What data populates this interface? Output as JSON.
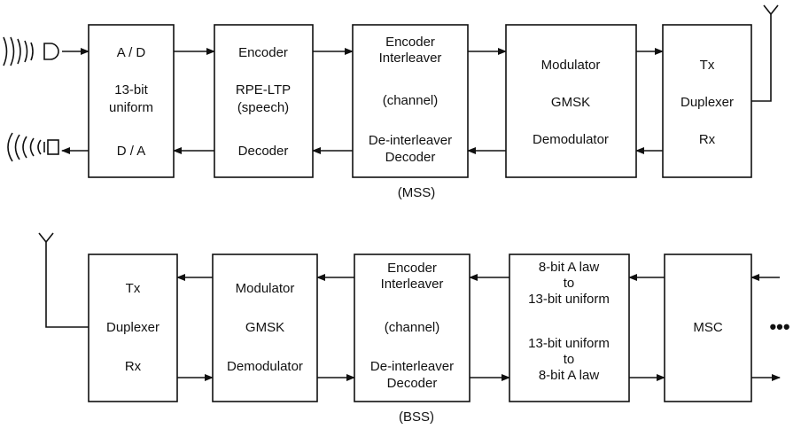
{
  "mss": {
    "caption": "(MSS)",
    "ad": {
      "top": "A / D",
      "mid1": "13-bit",
      "mid2": "uniform",
      "bottom": "D / A"
    },
    "codec": {
      "top": "Encoder",
      "mid1": "RPE-LTP",
      "mid2": "(speech)",
      "bottom": "Decoder"
    },
    "channel": {
      "top1": "Encoder",
      "top2": "Interleaver",
      "mid": "(channel)",
      "bottom1": "De-interleaver",
      "bottom2": "Decoder"
    },
    "modem": {
      "top": "Modulator",
      "mid": "GMSK",
      "bottom": "Demodulator"
    },
    "duplexer": {
      "top": "Tx",
      "mid": "Duplexer",
      "bottom": "Rx"
    }
  },
  "bss": {
    "caption": "(BSS)",
    "duplexer": {
      "top": "Tx",
      "mid": "Duplexer",
      "bottom": "Rx"
    },
    "modem": {
      "top": "Modulator",
      "mid": "GMSK",
      "bottom": "Demodulator"
    },
    "channel": {
      "top1": "Encoder",
      "top2": "Interleaver",
      "mid": "(channel)",
      "bottom1": "De-interleaver",
      "bottom2": "Decoder"
    },
    "transcoder": {
      "top1": "8-bit A law",
      "top2": "to",
      "top3": "13-bit uniform",
      "bottom1": "13-bit uniform",
      "bottom2": "to",
      "bottom3": "8-bit A law"
    },
    "msc": {
      "label": "MSC"
    },
    "continuation": "•••"
  },
  "icons": [
    "microphone-icon",
    "speaker-icon",
    "antenna-icon"
  ]
}
